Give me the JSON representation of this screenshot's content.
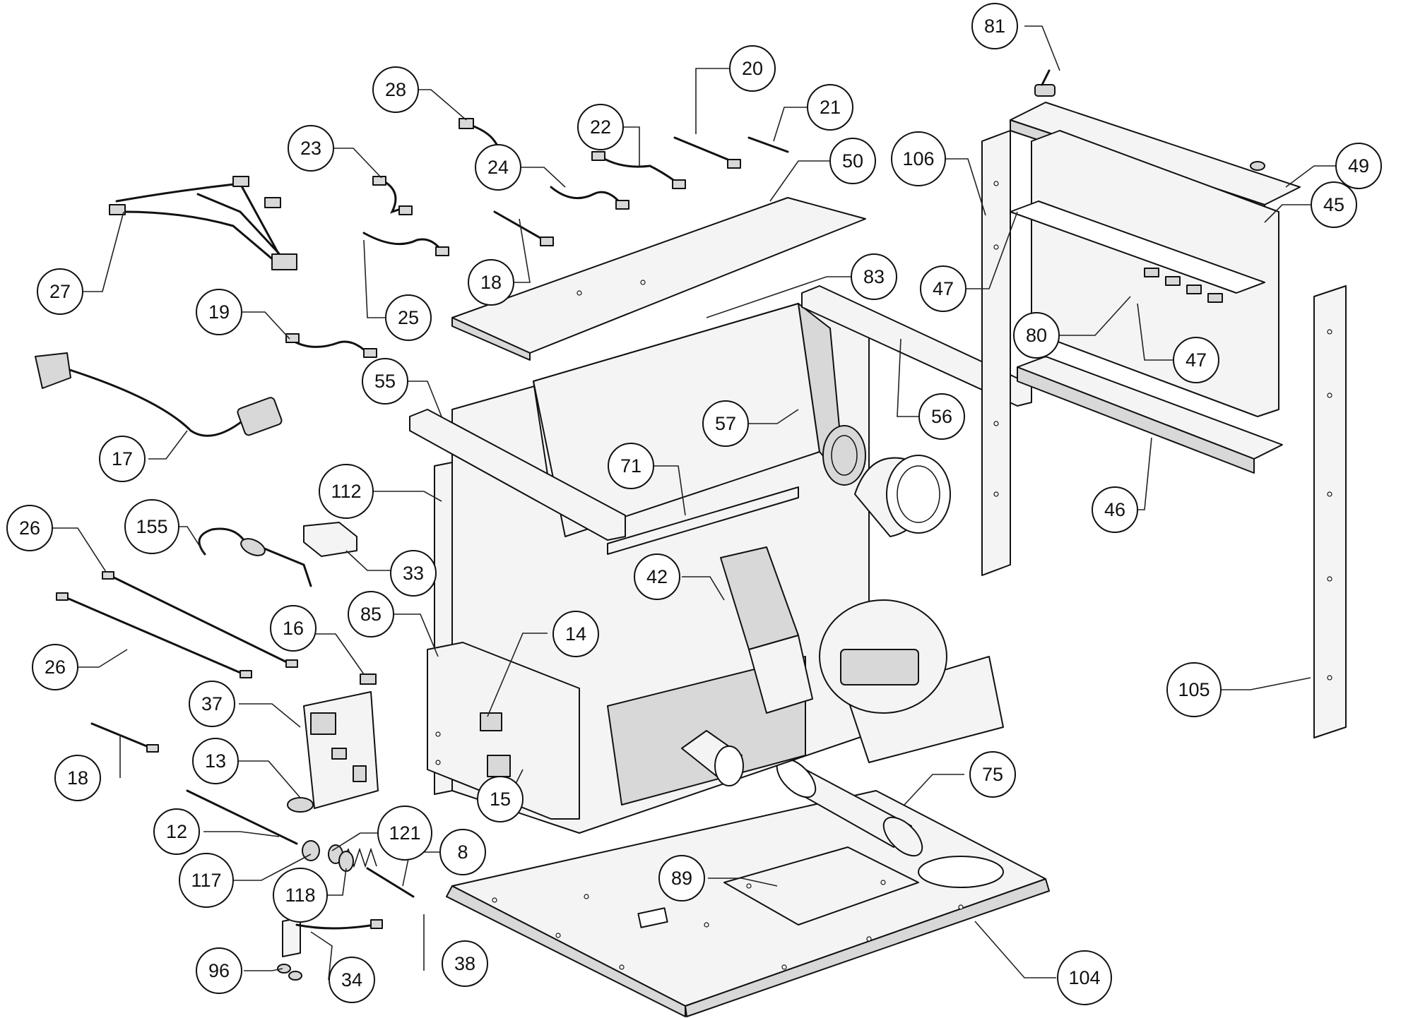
{
  "callouts": [
    {
      "id": "c81",
      "label": "81"
    },
    {
      "id": "c20",
      "label": "20"
    },
    {
      "id": "c28",
      "label": "28"
    },
    {
      "id": "c21",
      "label": "21"
    },
    {
      "id": "c22",
      "label": "22"
    },
    {
      "id": "c23",
      "label": "23"
    },
    {
      "id": "c49",
      "label": "49"
    },
    {
      "id": "c106",
      "label": "106"
    },
    {
      "id": "c24",
      "label": "24"
    },
    {
      "id": "c50",
      "label": "50"
    },
    {
      "id": "c45",
      "label": "45"
    },
    {
      "id": "c27",
      "label": "27"
    },
    {
      "id": "c18a",
      "label": "18"
    },
    {
      "id": "c83",
      "label": "83"
    },
    {
      "id": "c47a",
      "label": "47"
    },
    {
      "id": "c25",
      "label": "25"
    },
    {
      "id": "c19",
      "label": "19"
    },
    {
      "id": "c80",
      "label": "80"
    },
    {
      "id": "c47b",
      "label": "47"
    },
    {
      "id": "c55",
      "label": "55"
    },
    {
      "id": "c57",
      "label": "57"
    },
    {
      "id": "c56",
      "label": "56"
    },
    {
      "id": "c17",
      "label": "17"
    },
    {
      "id": "c71",
      "label": "71"
    },
    {
      "id": "c112",
      "label": "112"
    },
    {
      "id": "c46",
      "label": "46"
    },
    {
      "id": "c26a",
      "label": "26"
    },
    {
      "id": "c155",
      "label": "155"
    },
    {
      "id": "c33",
      "label": "33"
    },
    {
      "id": "c42",
      "label": "42"
    },
    {
      "id": "c16",
      "label": "16"
    },
    {
      "id": "c85",
      "label": "85"
    },
    {
      "id": "c14",
      "label": "14"
    },
    {
      "id": "c26b",
      "label": "26"
    },
    {
      "id": "c37",
      "label": "37"
    },
    {
      "id": "c105",
      "label": "105"
    },
    {
      "id": "c13",
      "label": "13"
    },
    {
      "id": "c18b",
      "label": "18"
    },
    {
      "id": "c75",
      "label": "75"
    },
    {
      "id": "c15",
      "label": "15"
    },
    {
      "id": "c12",
      "label": "12"
    },
    {
      "id": "c121",
      "label": "121"
    },
    {
      "id": "c8",
      "label": "8"
    },
    {
      "id": "c89",
      "label": "89"
    },
    {
      "id": "c117",
      "label": "117"
    },
    {
      "id": "c118",
      "label": "118"
    },
    {
      "id": "c38",
      "label": "38"
    },
    {
      "id": "c96",
      "label": "96"
    },
    {
      "id": "c34",
      "label": "34"
    },
    {
      "id": "c104",
      "label": "104"
    }
  ]
}
